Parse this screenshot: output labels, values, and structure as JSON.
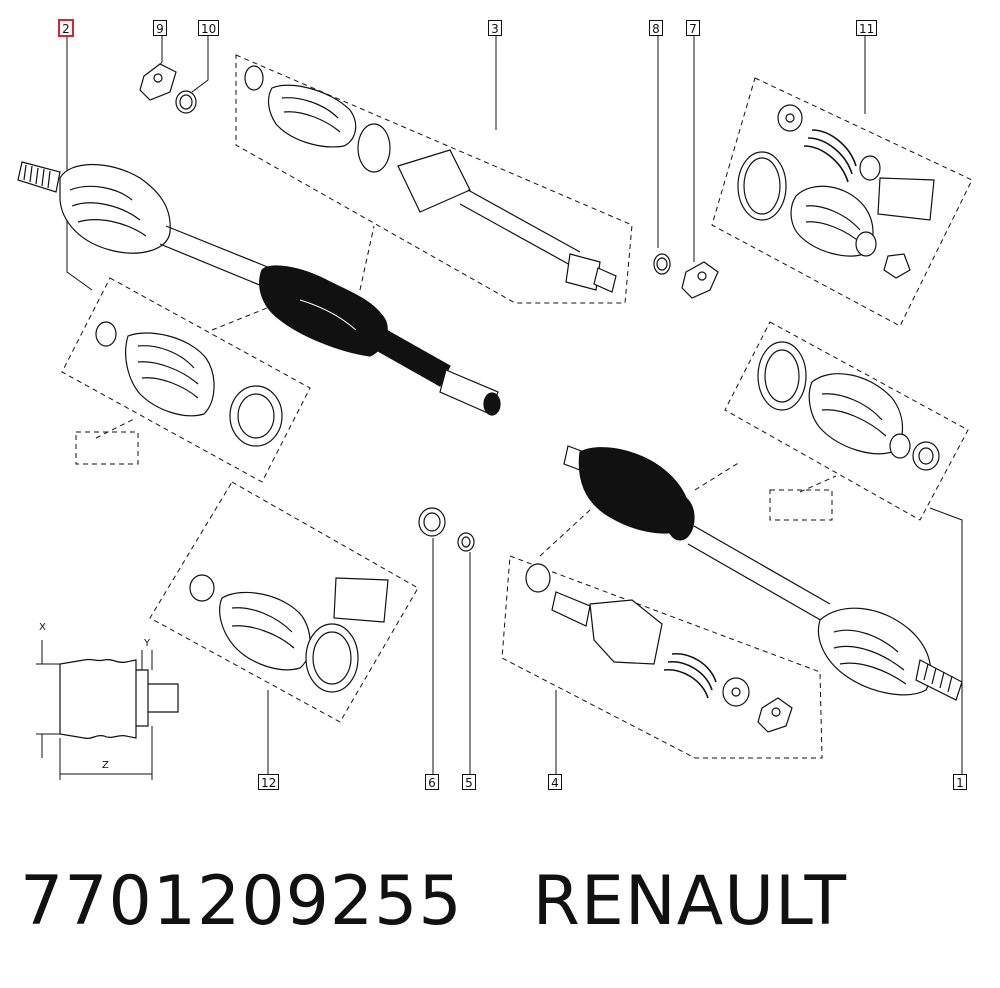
{
  "diagram": {
    "callouts": [
      {
        "id": "2",
        "label": "2",
        "active": true
      },
      {
        "id": "9",
        "label": "9"
      },
      {
        "id": "10",
        "label": "10"
      },
      {
        "id": "3",
        "label": "3"
      },
      {
        "id": "8",
        "label": "8"
      },
      {
        "id": "7",
        "label": "7"
      },
      {
        "id": "11",
        "label": "11"
      },
      {
        "id": "12",
        "label": "12"
      },
      {
        "id": "6",
        "label": "6"
      },
      {
        "id": "5",
        "label": "5"
      },
      {
        "id": "4",
        "label": "4"
      },
      {
        "id": "1",
        "label": "1"
      }
    ],
    "dimension_labels": {
      "x": "X",
      "y": "Y",
      "z": "Z"
    },
    "colors": {
      "ink": "#111111",
      "highlight": "#e0202a",
      "background": "#ffffff"
    }
  },
  "caption": {
    "part_number": "7701209255",
    "brand": "RENAULT"
  }
}
